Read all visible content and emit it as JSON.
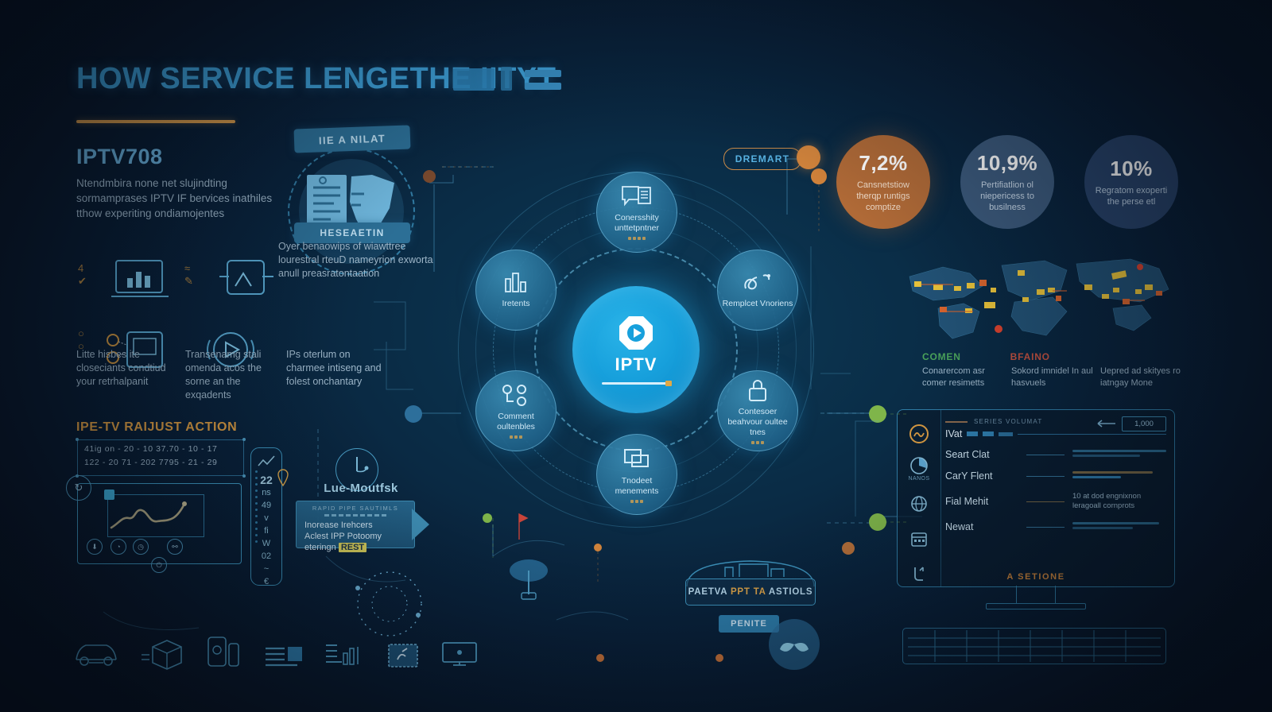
{
  "title": {
    "main": "HOW SERVICE LENGETHE IITYT",
    "accent_color": "#3fa4dd",
    "rule_color": "#d79a4a"
  },
  "lead": {
    "heading": "IPTV708",
    "body": "Ntendmbira none net slujindting sormamprases IPTV IF bervices inathiles tthow experiting ondiamojentes"
  },
  "icon_grid": {
    "cells": [
      {
        "icon": "laptop-chart-icon"
      },
      {
        "icon": "monitor-signal-icon"
      },
      {
        "icon": "devices-icon"
      },
      {
        "icon": "play-circle-icon"
      }
    ],
    "captions": [
      "Litte hisbes ite closeciants condtiud your retrhalpanit",
      "Transenamg stali omenda acos the sorne an the exqadents",
      "IPs oterlum on charmee intiseng and folest onchantary"
    ]
  },
  "seal": {
    "ribbon_top": "IIE A NILAT",
    "ribbon_bottom": "HESEAETIN",
    "icon": "document-map-icon",
    "caption": "Oyer benaowips of wiawttree lourestral rteuD nameyrion exworta anull preasratontaation"
  },
  "lower_left": {
    "heading": "IPE-TV RAIJUST ACTION",
    "rows": [
      "41ig on - 20 - 10 37.70 - 10 - 17",
      "122 - 20 71 - 202 7795 - 21 - 29"
    ],
    "monitor_icon": "monitor-linechart-icon",
    "toolbar_icons": [
      "refresh-icon",
      "download-icon",
      "clock-icon",
      "link-icon"
    ],
    "power_icon": "power-icon"
  },
  "strip": {
    "value": "22",
    "glyphs": [
      "ns",
      "49",
      "v",
      "fi",
      "W",
      "02",
      "~",
      "€"
    ],
    "icon": "trend-up-icon"
  },
  "hub": {
    "center_label": "IPTV",
    "center_icon": "play-octagon-icon",
    "nodes": [
      {
        "label": "Conersshity unttetpntner",
        "icon": "speech-document-icon",
        "pos": "top"
      },
      {
        "label": "Iretents",
        "icon": "bar-columns-icon",
        "pos": "left-top"
      },
      {
        "label": "Remplcet Vnoriens",
        "icon": "swirl-icon",
        "pos": "right-top"
      },
      {
        "label": "Comment oultenbles",
        "icon": "nodes-link-icon",
        "pos": "left-bottom"
      },
      {
        "label": "Contesoer beahvour oultee tnes",
        "icon": "lock-icon",
        "pos": "right-bottom"
      },
      {
        "label": "Tnodeet menements",
        "icon": "layers-icon",
        "pos": "bottom"
      }
    ]
  },
  "callout": {
    "clock_label": "Lue-Moutfsk",
    "micro_title": "RAPID PIPE SAUTIMLS",
    "line1": "Inorease Irehcers",
    "line2": "Aclest IPP Potoomy",
    "line3_pre": "eteringn ",
    "line3_hl": "REST"
  },
  "pill": {
    "label": "DREMART",
    "dot_color": "#d2843c"
  },
  "stats": [
    {
      "value": "7,2%",
      "text": "Cansnetstiow therqp runtigs comptize",
      "bg": "#b06a37",
      "text_color": "#f0dbc8"
    },
    {
      "value": "10,9%",
      "text": "Pertifiatlion ol niepericess to busilness",
      "bg": "#3c5a7c",
      "text_color": "#c8d8e8"
    },
    {
      "value": "10%",
      "text": "Regratom exoperti the perse etl",
      "bg": "#28436a",
      "text_color": "#bacee2"
    }
  ],
  "map": {
    "legend": [
      {
        "label": "COMEN",
        "color": "#4aa35a"
      },
      {
        "label": "BFAINO",
        "color": "#c0503f"
      }
    ],
    "notes": [
      "Conarercom asr comer resimetts",
      "Sokord imnidel In aul hasvuels",
      "Uepred ad skityes ro iatngay Mone"
    ]
  },
  "dashboard": {
    "quantity": "1,000",
    "rail_icons": [
      {
        "icon": "profile-badge-icon",
        "label": ""
      },
      {
        "icon": "pie-chart-icon",
        "label": "NANOS"
      },
      {
        "icon": "globe-icon",
        "label": ""
      },
      {
        "icon": "calendar-icon",
        "label": ""
      },
      {
        "icon": "branch-icon",
        "label": ""
      }
    ],
    "header_label": "IVat",
    "rows": [
      {
        "name": "Seart Clat"
      },
      {
        "name": "CarY Flent"
      },
      {
        "name": "Fial Mehit"
      },
      {
        "name": "Newat"
      }
    ],
    "side_note": "10 at dod engnixnon leragoall cornprots",
    "footer": "A SETIONE"
  },
  "bottom": {
    "banner_pre": "PAETVA ",
    "banner_hl": "PPT TA ",
    "banner_post": "ASTIOLS",
    "badge": "PENITE",
    "icons": [
      "car-icon",
      "box-icon",
      "phone-tablet-icon",
      "list-icon",
      "bar-chart-icon",
      "id-card-icon",
      "monitor-icon"
    ]
  }
}
